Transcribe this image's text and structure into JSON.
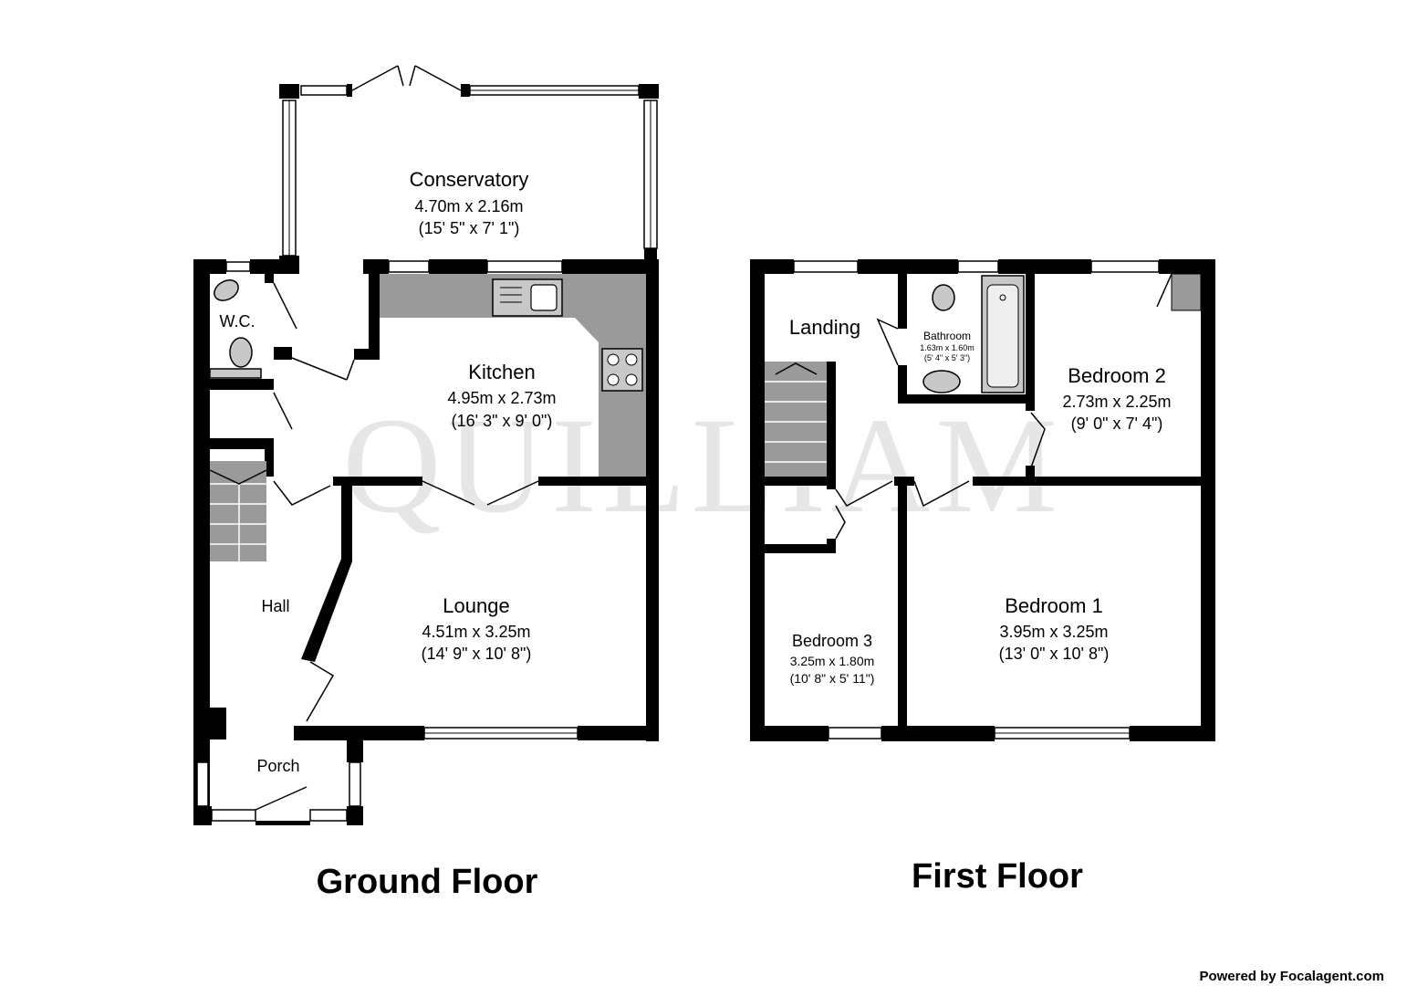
{
  "watermark": "QUILLIAM",
  "floors": {
    "ground": {
      "title": "Ground Floor",
      "rooms": {
        "conservatory": {
          "name": "Conservatory",
          "metric": "4.70m x 2.16m",
          "imperial": "(15' 5\" x 7' 1\")"
        },
        "kitchen": {
          "name": "Kitchen",
          "metric": "4.95m x 2.73m",
          "imperial": "(16' 3\" x 9' 0\")"
        },
        "wc": {
          "name": "W.C."
        },
        "hall": {
          "name": "Hall"
        },
        "lounge": {
          "name": "Lounge",
          "metric": "4.51m x 3.25m",
          "imperial": "(14' 9\" x 10' 8\")"
        },
        "porch": {
          "name": "Porch"
        }
      }
    },
    "first": {
      "title": "First Floor",
      "rooms": {
        "landing": {
          "name": "Landing"
        },
        "bathroom": {
          "name": "Bathroom",
          "metric": "1.63m x 1.60m",
          "imperial": "(5' 4\" x 5' 3\")"
        },
        "bedroom2": {
          "name": "Bedroom 2",
          "metric": "2.73m x 2.25m",
          "imperial": "(9' 0\" x 7' 4\")"
        },
        "bedroom1": {
          "name": "Bedroom 1",
          "metric": "3.95m x 3.25m",
          "imperial": "(13' 0\" x 10' 8\")"
        },
        "bedroom3": {
          "name": "Bedroom 3",
          "metric": "3.25m x 1.80m",
          "imperial": "(10' 8\" x 5' 11\")"
        }
      }
    }
  },
  "footer": {
    "powered_by": "Powered by Focalagent.com"
  }
}
